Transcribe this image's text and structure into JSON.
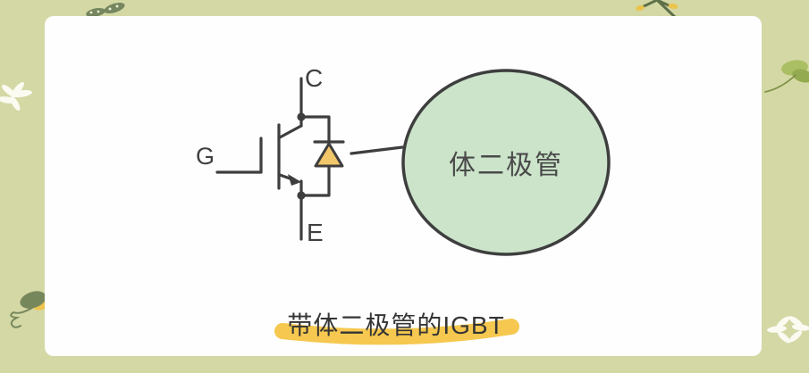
{
  "background": {
    "color": "#d4d8a5"
  },
  "card": {
    "color": "#fefefe"
  },
  "circuit": {
    "collector_label": "C",
    "gate_label": "G",
    "emitter_label": "E",
    "line_color": "#3e3e3e",
    "diode_fill": "#f2c76a"
  },
  "callout": {
    "label": "体二极管",
    "fill": "#cbe4ca",
    "border_color": "#3e3e3e"
  },
  "caption": {
    "text": "带体二极管的IGBT",
    "highlight_color": "#f6c84f"
  },
  "decorations": {
    "top_left": "leaf-sprig-icon",
    "top_right": "branch-berries-icon",
    "left": "white-flower-icon",
    "right": "clover-leaf-icon",
    "bottom_left": "leaf-curl-icon",
    "bottom_right": "white-flower-icon"
  }
}
